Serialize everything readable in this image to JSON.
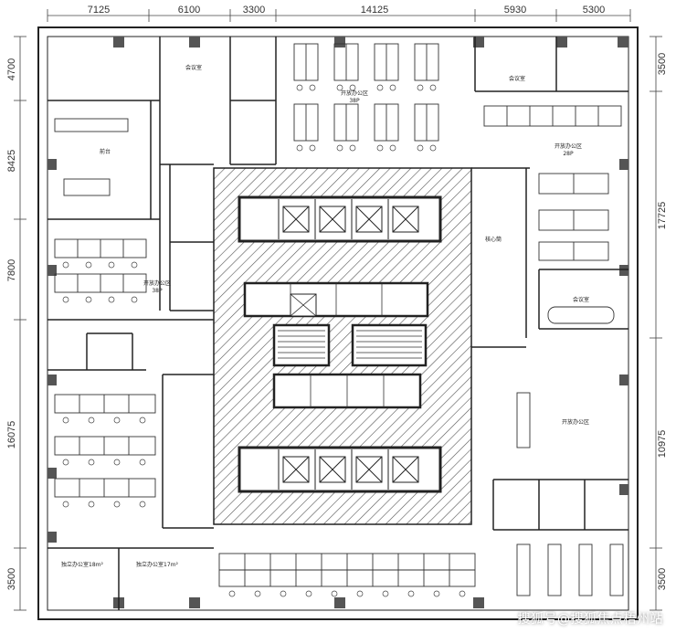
{
  "dimensions": {
    "top": [
      "7125",
      "6100",
      "3300",
      "14125",
      "5930",
      "5300"
    ],
    "left": [
      "4700",
      "8425",
      "7800",
      "16075",
      "3500"
    ],
    "right": [
      "3500",
      "17725",
      "10975",
      "3500"
    ]
  },
  "rooms": {
    "office_a": "开放办公区",
    "office_a_seats": "38P",
    "office_b": "开放办公区",
    "office_b_seats": "28P",
    "office_c": "开放办公区",
    "office_c_seats": "38P",
    "room_single_1": "独立办公室18m²",
    "room_single_2": "独立办公室17m²",
    "meeting_a": "会议室",
    "meeting_b": "会议室",
    "meeting_c": "会议室",
    "reception": "前台",
    "office_right_mid": "开放办公区",
    "core": "核心筒"
  },
  "watermark": "搜狐号@搜狐焦点梧州站"
}
